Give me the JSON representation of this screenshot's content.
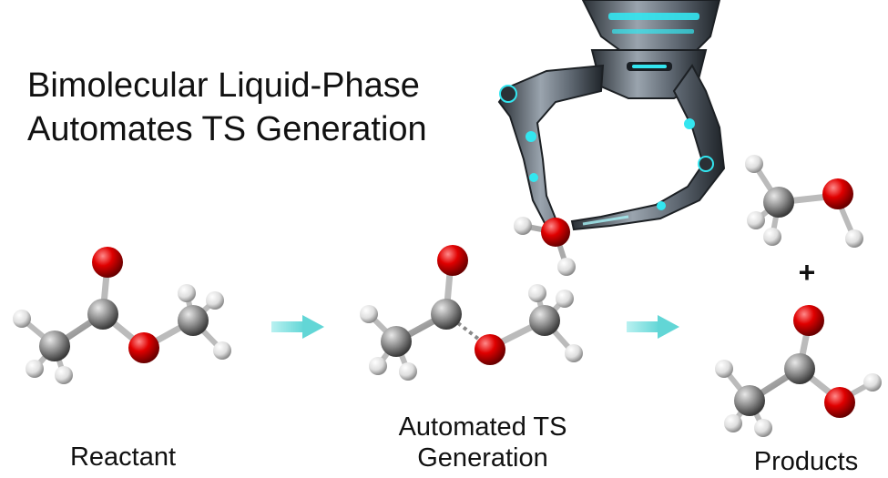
{
  "title": {
    "line1": "Bimolecular Liquid-Phase",
    "line2": "Automates TS Generation"
  },
  "labels": {
    "reactant": "Reactant",
    "ts_line1": "Automated TS",
    "ts_line2": "Generation",
    "products": "Products"
  },
  "plus_sign": "+",
  "colors": {
    "carbon": "#8a8a8a",
    "oxygen": "#d40000",
    "hydrogen": "#e6e6e6",
    "arrow": "#7ddede",
    "robot_metal": "#5c6670",
    "robot_glow": "#33e6f0"
  },
  "icons": {
    "robot": "robotic-claw-icon",
    "arrow": "right-arrow-icon"
  }
}
